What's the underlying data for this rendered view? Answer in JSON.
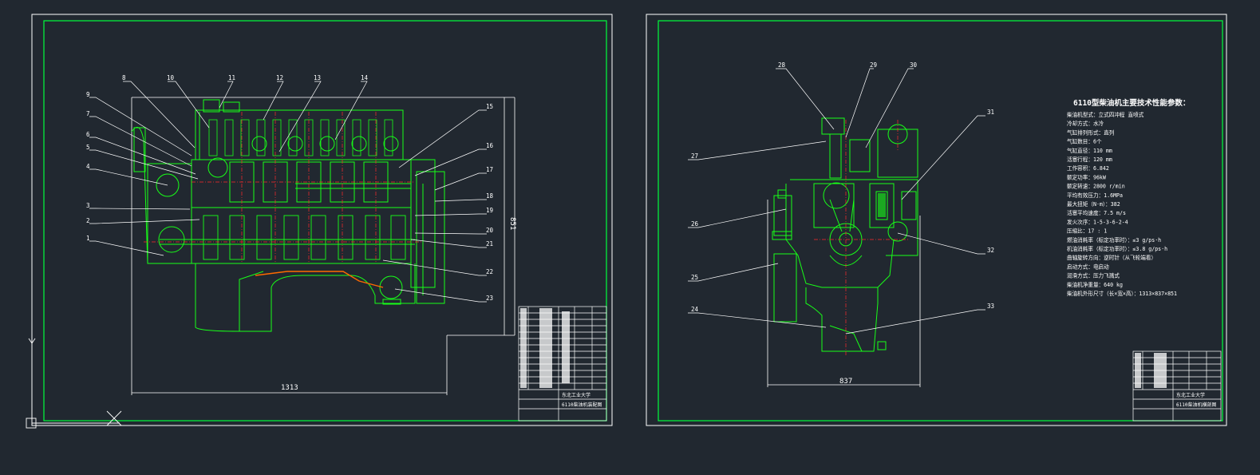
{
  "colors": {
    "background": "#212830",
    "sheet_border": "#ffffff",
    "inner_frame": "#00ff3c",
    "part_lines": "#18ff18",
    "center_lines": "#ff2a2a",
    "dimension": "#ffffff",
    "oil_path": "#ff6a00",
    "annotation": "#ffffff"
  },
  "sheet_left": {
    "dimension_width": "1313",
    "dimension_height": "851",
    "part_labels_left": [
      "9",
      "7",
      "6",
      "5",
      "4",
      "3",
      "2",
      "1"
    ],
    "part_labels_top": [
      "8",
      "10",
      "11",
      "12",
      "13",
      "14"
    ],
    "part_labels_right": [
      "15",
      "16",
      "17",
      "18",
      "19",
      "20",
      "21",
      "22",
      "23"
    ],
    "title_block_school": "东北工业大学",
    "title_block_drawing": "6110柴油机装配图"
  },
  "sheet_right": {
    "dimension_width": "837",
    "part_labels_top": [
      "28",
      "29",
      "30"
    ],
    "part_labels_left": [
      "27",
      "26",
      "25",
      "24"
    ],
    "part_labels_right": [
      "31",
      "32",
      "33"
    ],
    "specs_title": "6110型柴油机主要技术性能参数：",
    "specs": [
      "柴油机型式：立式四冲程 直喷式",
      "冷却方式：水冷",
      "气缸排列形式：直列",
      "气缸数目：6个",
      "气缸直径：110 mm",
      "活塞行程：120 mm",
      "工作容积：6.842",
      "额定功率：96kW",
      "额定转速：2800 r/min",
      "平均有效压力：1.6MPa",
      "最大扭矩（N·m）：382",
      "活塞平均速度：7.5 m/s",
      "发火次序：1-5-3-6-2-4",
      "压缩比：17 : 1",
      "燃油消耗率（标定功率时）：≤3 g/ps·h",
      "机油消耗率（标定功率时）：≤3.8 g/ps·h",
      "曲轴旋转方向：逆时针（从飞轮端看）",
      "启动方式：电启动",
      "润滑方式：压力飞溅式",
      "柴油机净重量：640 kg",
      "柴油机外形尺寸（长×宽×高）：1313×837×851"
    ],
    "title_block_school": "东北工业大学",
    "title_block_drawing": "6110柴油机横剖图"
  }
}
